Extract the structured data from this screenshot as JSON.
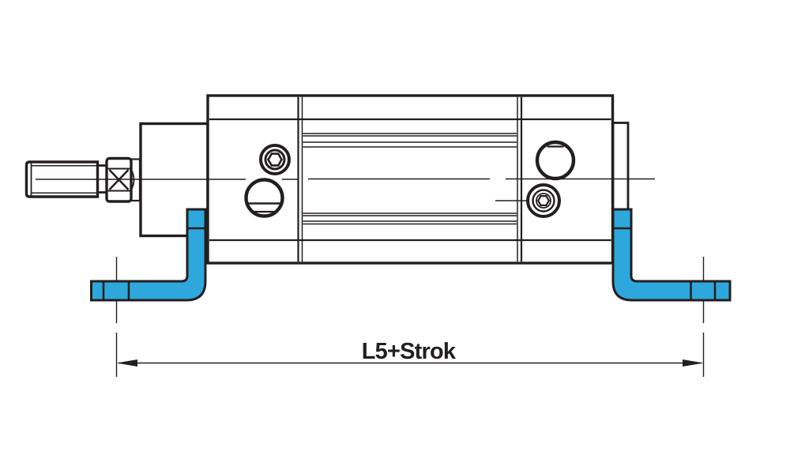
{
  "drawing": {
    "type": "technical-drawing",
    "subject": "pneumatic cylinder with foot mounting brackets, side view",
    "dimension_label": "L5+Strok",
    "colors": {
      "bracket_fill": "#2EA8DC",
      "line_color": "#231F20",
      "background": "#FFFFFF"
    }
  }
}
